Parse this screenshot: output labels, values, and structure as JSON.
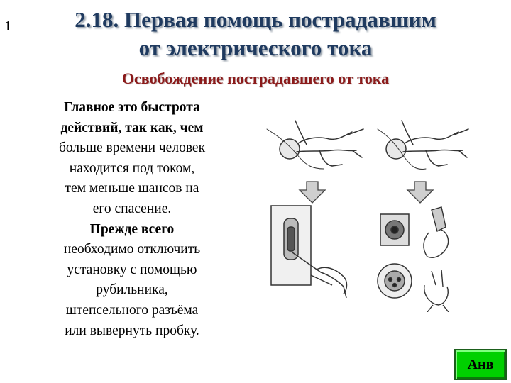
{
  "slide": {
    "number": "1"
  },
  "title": {
    "line1": "2.18. Первая помощь пострадавшим",
    "line2": "от электрического тока"
  },
  "subtitle": "Освобождение пострадавшего от тока",
  "body": {
    "lines": [
      {
        "text": "Главное это быстрота",
        "bold": true
      },
      {
        "text": "действий, так как, чем",
        "bold": false
      },
      {
        "text": "больше времени человек",
        "bold": false
      },
      {
        "text": "находится под током,",
        "bold": false
      },
      {
        "text": "тем меньше шансов на",
        "bold": false
      },
      {
        "text": "его спасение.",
        "bold": false
      },
      {
        "text": "Прежде всего",
        "bold": true
      },
      {
        "text": "необходимо отключить",
        "bold": false
      },
      {
        "text": "установку с помощью",
        "bold": false
      },
      {
        "text": "рубильника,",
        "bold": false
      },
      {
        "text": "штепсельного разъёма",
        "bold": false
      },
      {
        "text": "или вывернуть пробку.",
        "bold": false
      }
    ]
  },
  "nav_button": {
    "label": "Анв",
    "color": "#00d000"
  }
}
